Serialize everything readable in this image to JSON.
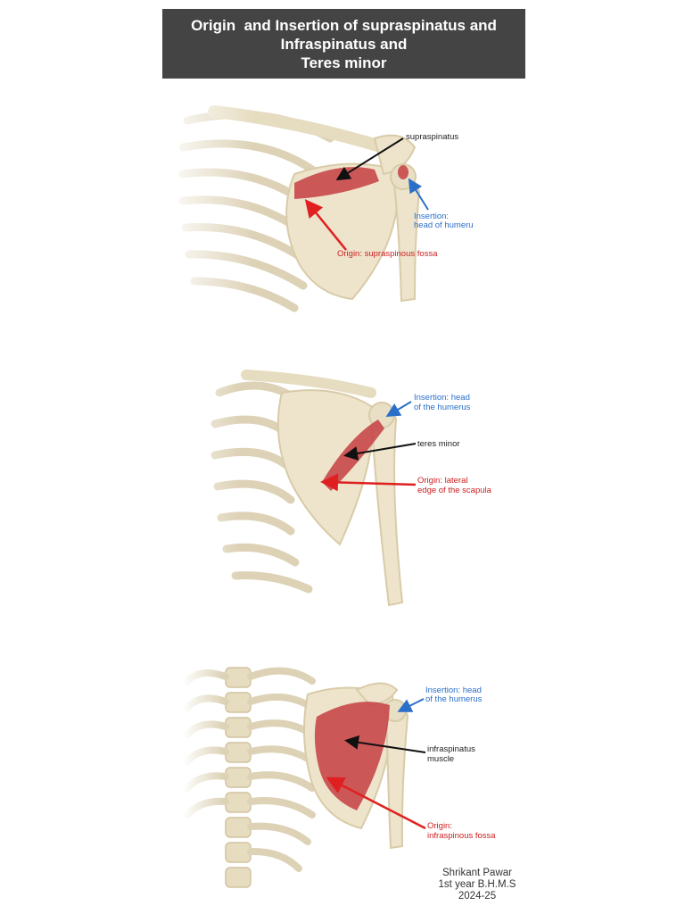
{
  "title": {
    "lines": [
      "Origin  and Insertion of supraspinatus and",
      "Infraspinatus and",
      "Teres minor"
    ]
  },
  "panels": [
    {
      "muscle_label": "supraspinatus",
      "insertion_lines": [
        "Insertion:",
        "head of humeru"
      ],
      "origin_lines": [
        "Origin: supraspinous fossa"
      ]
    },
    {
      "muscle_label": "teres minor",
      "insertion_lines": [
        "Insertion: head",
        "of the humerus"
      ],
      "origin_lines": [
        "Origin: lateral",
        "edge of the scapula"
      ]
    },
    {
      "muscle_label_lines": [
        "infraspinatus",
        "muscle"
      ],
      "insertion_lines": [
        "Insertion: head",
        "of the humerus"
      ],
      "origin_lines": [
        "Origin:",
        "infraspinous fossa"
      ]
    }
  ],
  "credit": {
    "lines": [
      "Shrikant Pawar",
      "1st year B.H.M.S",
      "2024-25"
    ]
  },
  "colors": {
    "banner": "#444444",
    "bone": "#eee4cc",
    "bone_shadow": "#d8cba8",
    "muscle": "#c8474a",
    "arrow_black": "#111111",
    "arrow_blue": "#2a6fc9",
    "arrow_red": "#e02020"
  }
}
